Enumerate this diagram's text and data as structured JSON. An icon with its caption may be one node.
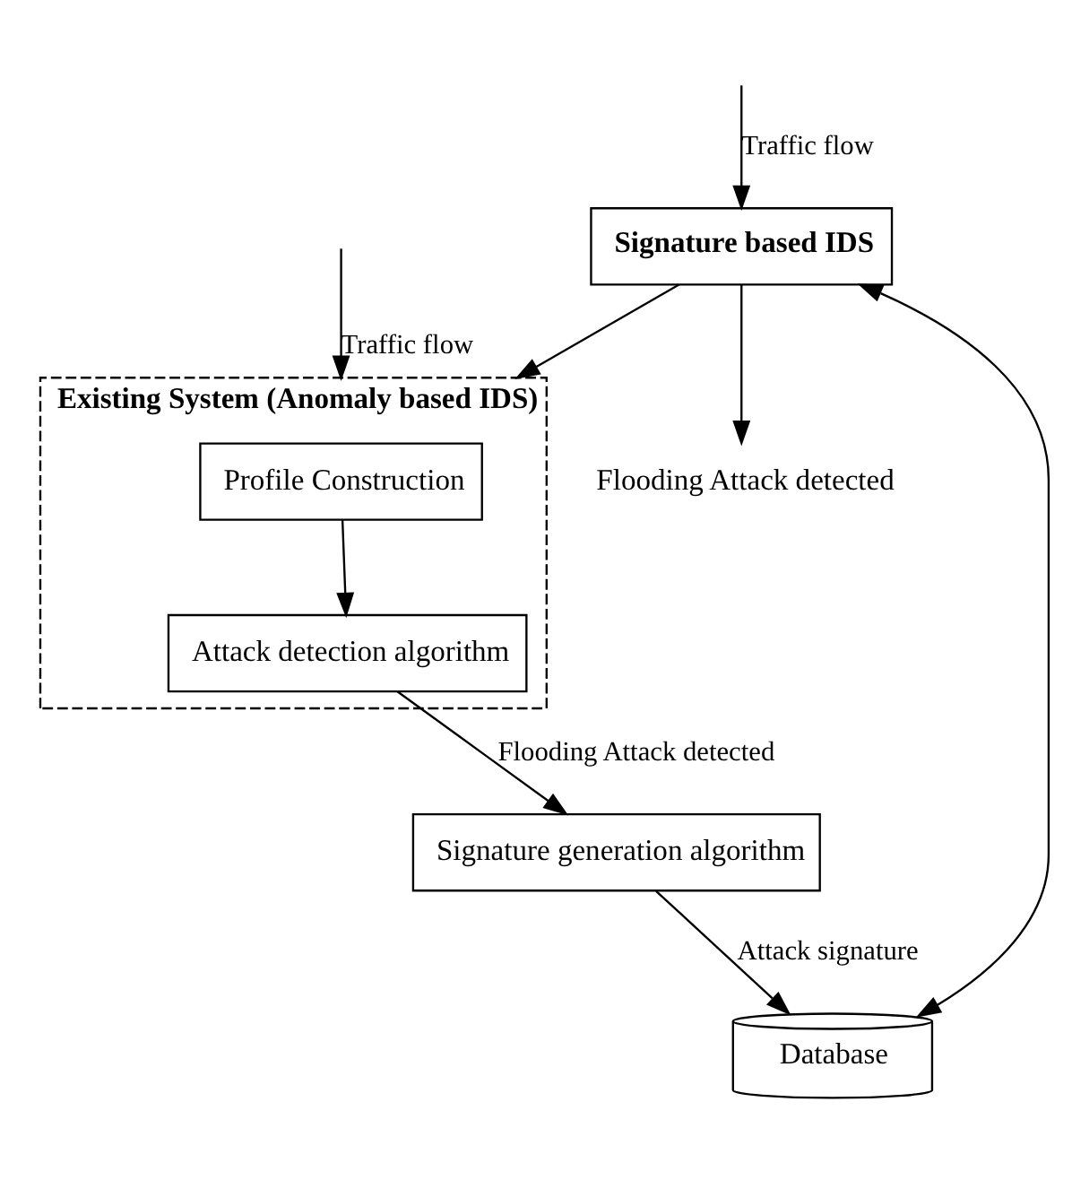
{
  "diagram": {
    "nodes": [
      {
        "text": [
          "Flooding Attack detected"
        ]
      },
      {
        "text": [
          "Signature based IDS"
        ]
      },
      {
        "text": [
          "Existing System (Anomaly based IDS)"
        ]
      },
      {
        "text": [
          "Profile Construction"
        ],
        "in": 2
      },
      {
        "text": [
          "Attack detection algorithm"
        ],
        "in": 2
      },
      {
        "text": [
          "Database"
        ]
      },
      {
        "text": [
          "Signature generation algorithm"
        ]
      }
    ],
    "edges": [
      {
        "from": null,
        "to": 1,
        "arrow": "to",
        "label": "Traffic flow"
      },
      {
        "from": 1,
        "to": 0,
        "arrow": "to"
      },
      {
        "from": null,
        "to": 2,
        "arrow": "to",
        "label": "Traffic flow"
      },
      {
        "from": 1,
        "to": 2,
        "arrow": "to"
      },
      {
        "from": 3,
        "to": 4,
        "arrow": "to"
      },
      {
        "from": 4,
        "to": 6,
        "arrow": "to",
        "label": "Flooding Attack detected"
      },
      {
        "from": 6,
        "to": 5,
        "arrow": "to",
        "label": "Attack signature"
      },
      {
        "from": 1,
        "to": 5,
        "arrow": "both"
      }
    ]
  }
}
